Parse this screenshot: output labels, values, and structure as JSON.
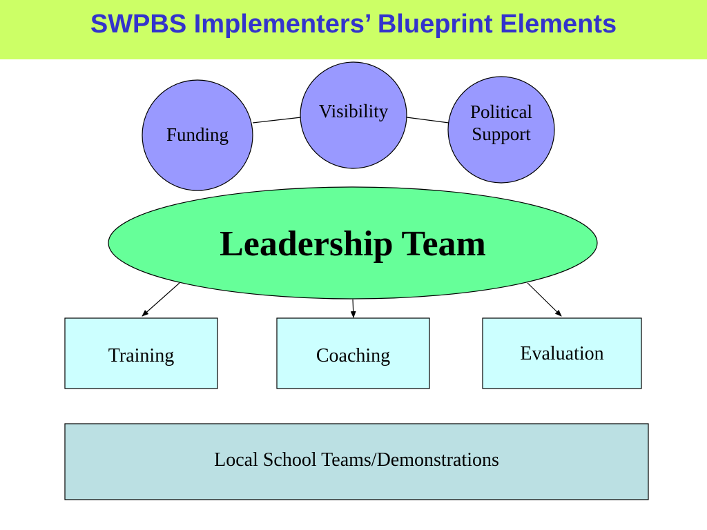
{
  "title": "SWPBS Implementers’ Blueprint Elements",
  "colors": {
    "title_bar": "#ccff66",
    "title_text": "#3333cc",
    "circle_fill": "#9999ff",
    "ellipse_fill": "#66ff99",
    "box_fill": "#ccffff",
    "bottom_box_fill": "#bbe0e3"
  },
  "circles": {
    "funding": "Funding",
    "visibility": "Visibility",
    "political_line1": "Political",
    "political_line2": "Support"
  },
  "leadership": "Leadership Team",
  "boxes": {
    "training": "Training",
    "coaching": "Coaching",
    "evaluation": "Evaluation"
  },
  "bottom": "Local School Teams/Demonstrations"
}
